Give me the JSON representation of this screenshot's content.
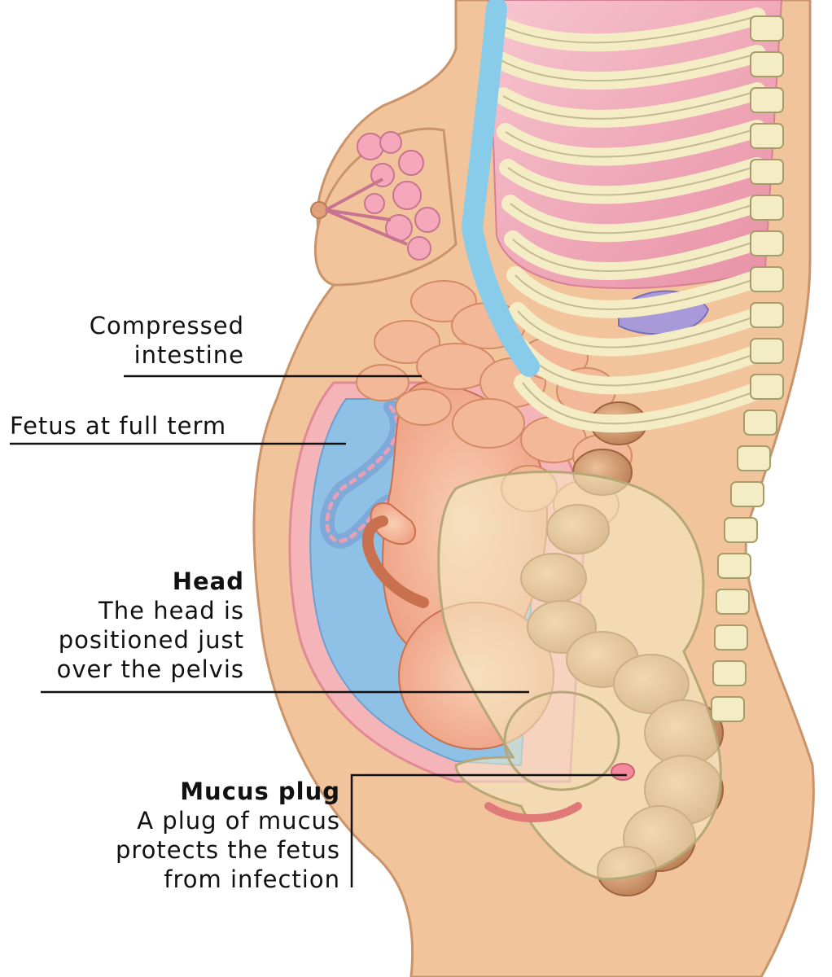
{
  "labels": {
    "compressed_intestine": {
      "line1": "Compressed",
      "line2": "intestine"
    },
    "fetus": "Fetus at full term",
    "head": {
      "title": "Head",
      "line1": "The head is",
      "line2": "positioned just",
      "line3": "over the pelvis"
    },
    "mucus_plug": {
      "title": "Mucus plug",
      "line1": "A plug of mucus",
      "line2": "protects the fetus",
      "line3": "from infection"
    }
  },
  "colors": {
    "skin": "#f2c49c",
    "skin_outline": "#c9946a",
    "rib": "#f4ecc4",
    "cartilage": "#88ccea",
    "muscle": "#f0aebe",
    "intestine": "#f2b898",
    "colon": "#c98a5c",
    "fluid": "#7fb6e2",
    "uterus": "#f5b4b8"
  }
}
